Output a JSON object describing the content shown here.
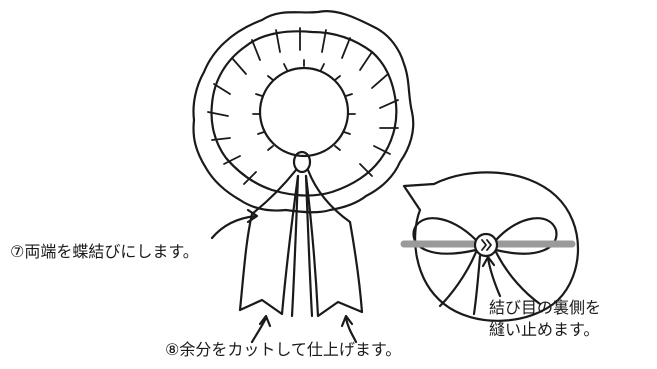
{
  "labels": {
    "step7": "⑦両端を蝶結びにします。",
    "step8": "⑧余分をカットして仕上げます。",
    "detail_line1": "結び目の裏側を",
    "detail_line2": "縫い止めます。"
  },
  "colors": {
    "ink": "#1a1a1a",
    "ribbon_band": "#9a9a9a",
    "background": "#ffffff"
  }
}
